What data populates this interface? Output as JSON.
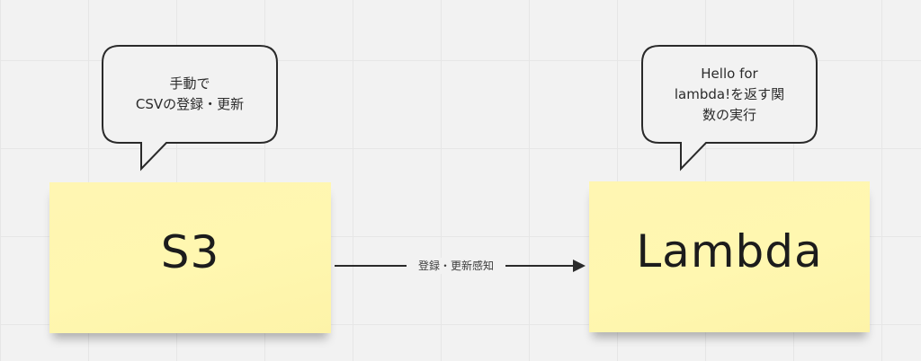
{
  "board": {
    "background": "#f2f2f2",
    "grid_color": "#e6e6e6"
  },
  "nodes": [
    {
      "id": "s3",
      "label": "S3",
      "color": "#fff6b2",
      "callout": "手動で\nCSVの登録・更新"
    },
    {
      "id": "lambda",
      "label": "Lambda",
      "color": "#fff6b2",
      "callout": "Hello for\nlambda!を返す関\n数の実行"
    }
  ],
  "edges": [
    {
      "from": "s3",
      "to": "lambda",
      "label": "登録・更新感知"
    }
  ]
}
